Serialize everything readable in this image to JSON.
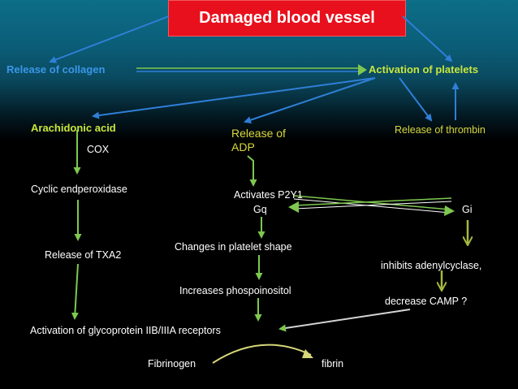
{
  "title": "Damaged blood vessel",
  "nodes": {
    "release_collagen": "Release of collagen",
    "activation_platelets": "Activation of platelets",
    "arachidonic_acid": "Arachidonic acid",
    "cox": "COX",
    "release_adp_line1": "Release of",
    "release_adp_line2": "ADP",
    "release_thrombin": "Release of thrombin",
    "cyclic_endperoxidase": "Cyclic endperoxidase",
    "activates_p2y1": "Activates P2Y1",
    "gq": "Gq",
    "gi": "Gi",
    "release_txa2": "Release of TXA2",
    "changes_shape": "Changes in platelet shape",
    "inhibits_adenylcyclase": "inhibits adenylcyclase,",
    "increases_phospo": "Increases phospoinositol",
    "decrease_camp": "decrease CAMP ?",
    "activation_gp": "Activation of glycoprotein IIB/IIIA receptors",
    "fibrinogen": "Fibrinogen",
    "fibrin": "fibrin"
  },
  "colors": {
    "title_bg": "#e8101c",
    "accent_text": "#c8e63c",
    "arrow_green": "#7ec850",
    "arrow_blue": "#2f7fd8",
    "arrow_olive": "#a8b840"
  }
}
